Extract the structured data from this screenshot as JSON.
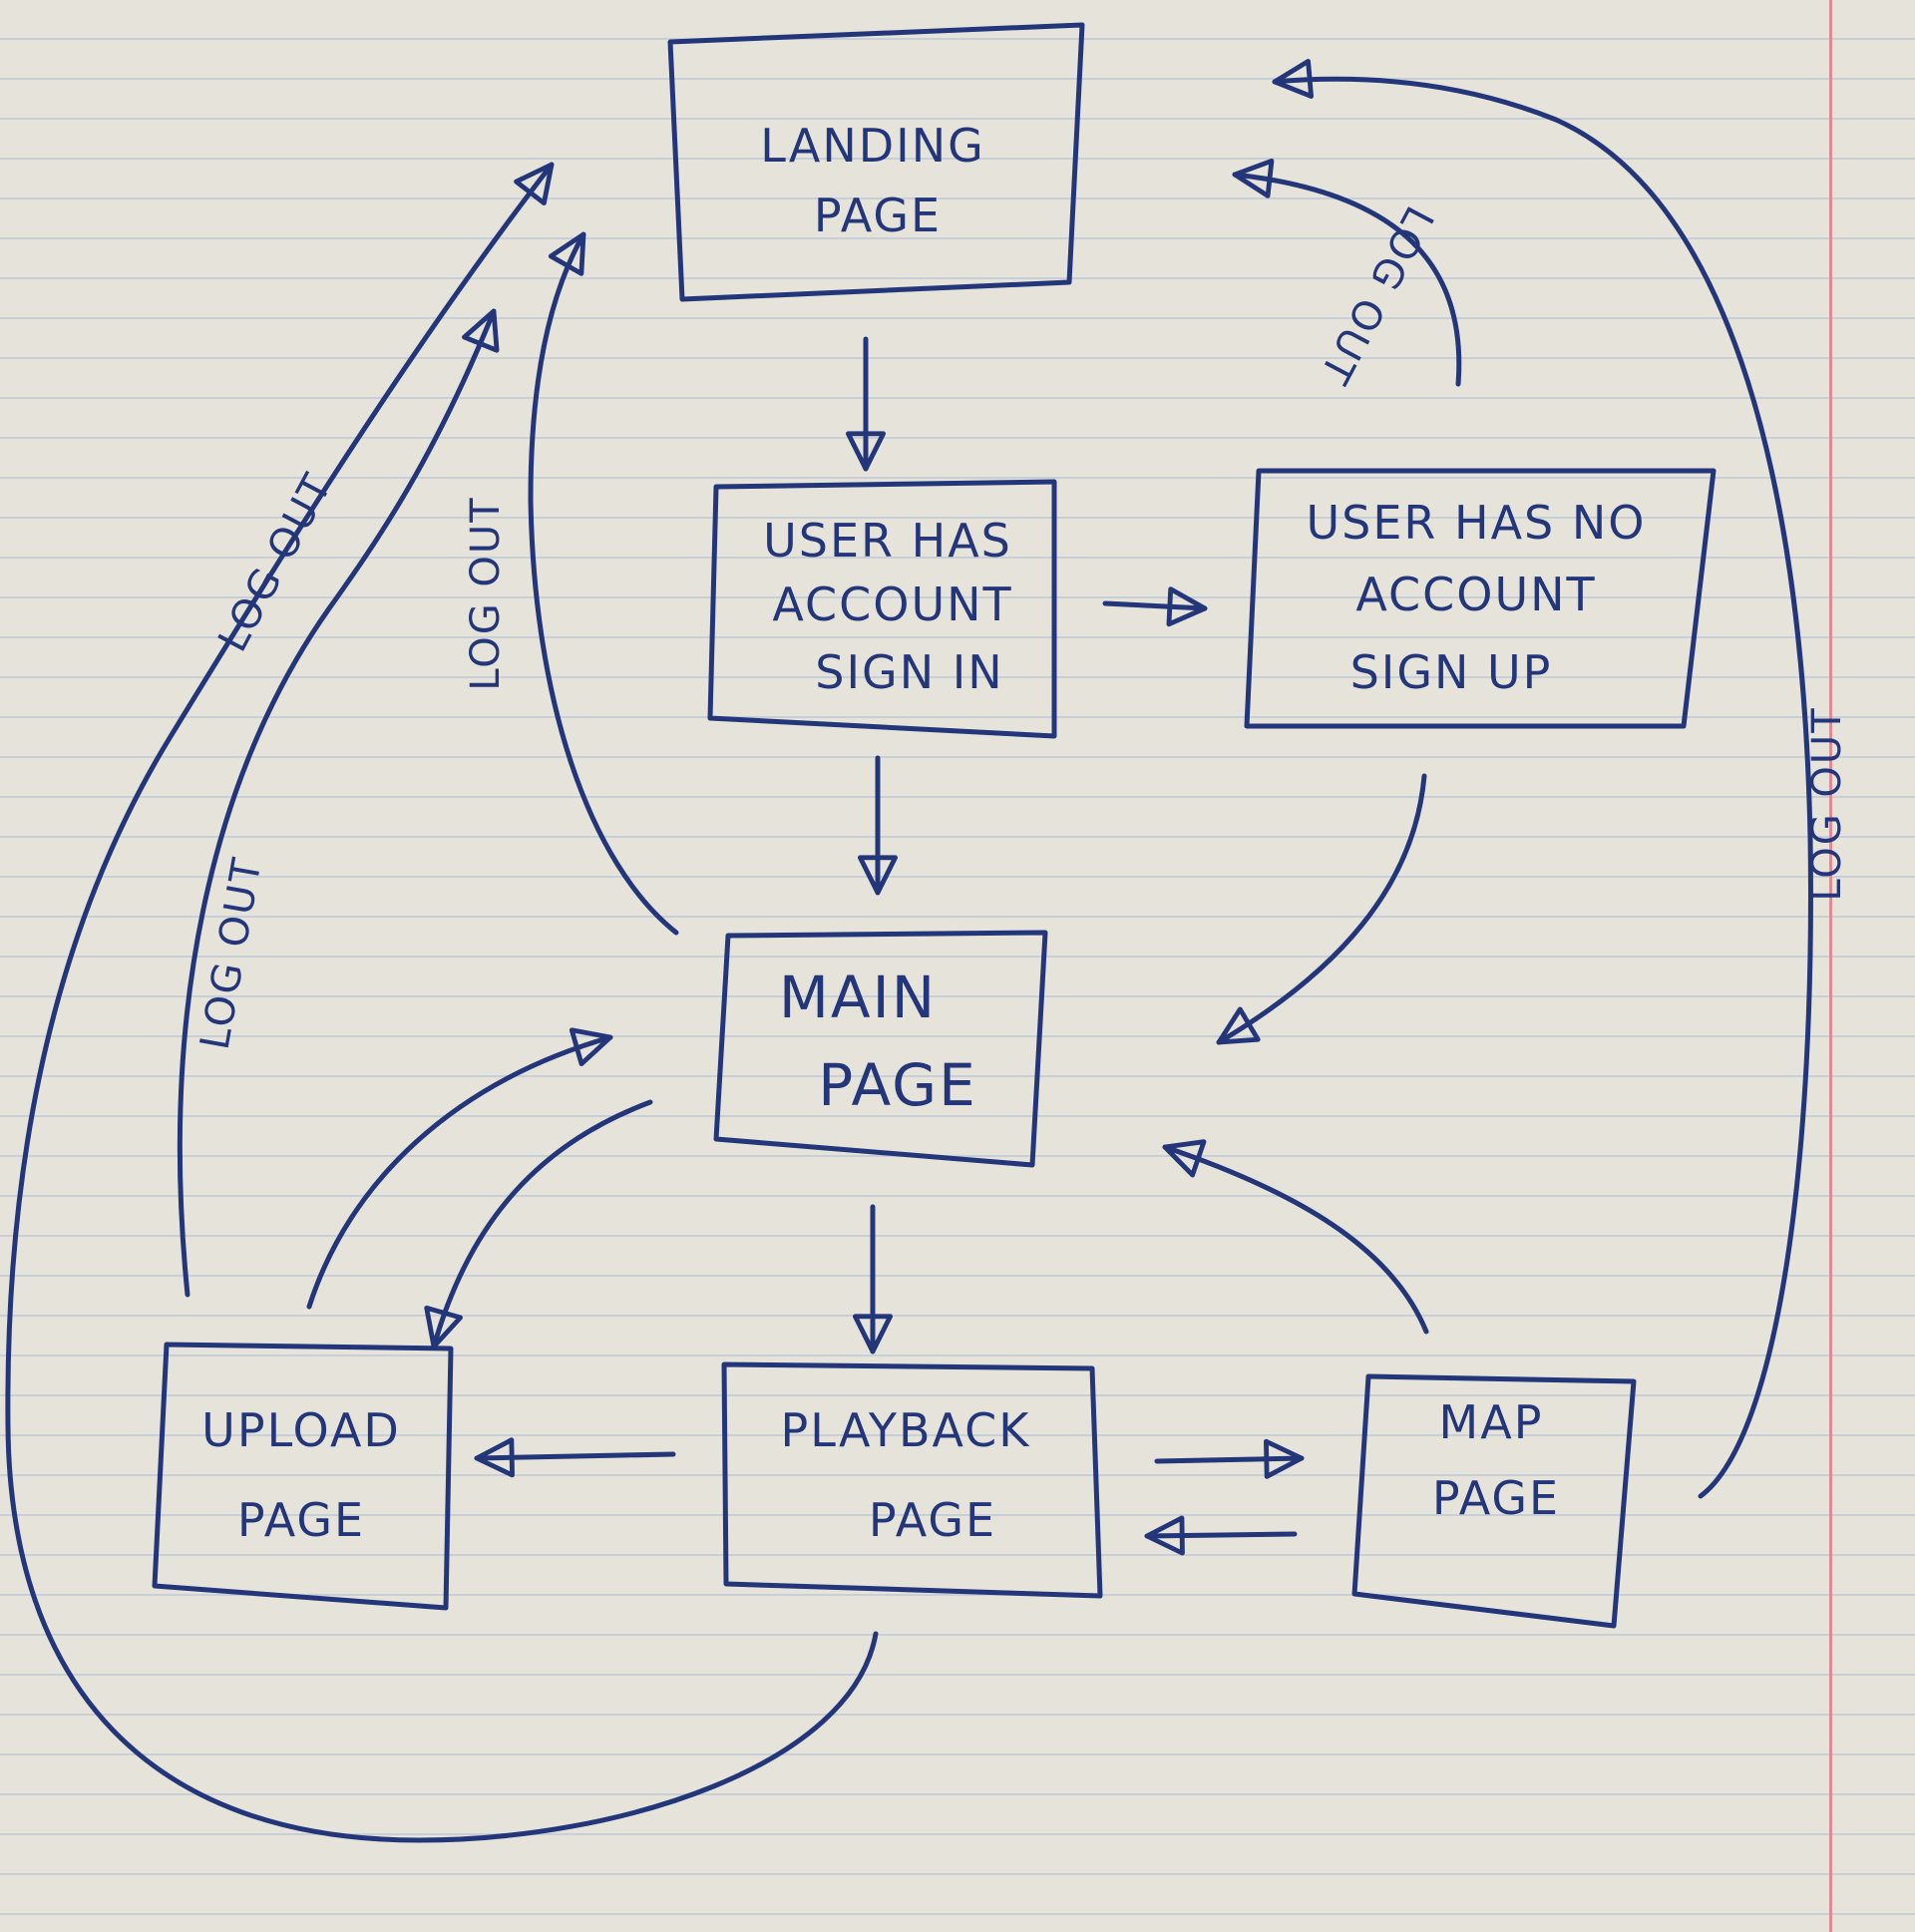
{
  "nodes": {
    "landing": {
      "line1": "LANDING",
      "line2": "PAGE"
    },
    "sign_in": {
      "line1": "USER HAS",
      "line2": "ACCOUNT",
      "line3": "SIGN IN"
    },
    "sign_up": {
      "line1": "USER HAS NO",
      "line2": "ACCOUNT",
      "line3": "SIGN UP"
    },
    "main": {
      "line1": "MAIN",
      "line2": "PAGE"
    },
    "upload": {
      "line1": "UPLOAD",
      "line2": "PAGE"
    },
    "playback": {
      "line1": "PLAYBACK",
      "line2": "PAGE"
    },
    "map": {
      "line1": "MAP",
      "line2": "PAGE"
    }
  },
  "edge_labels": {
    "upload_to_landing": "LOG OUT",
    "main_to_landing": "LOG OUT",
    "upload_to_landing_lower": "LOG OUT",
    "signup_to_landing": "LOG OUT",
    "map_to_landing": "LOG OUT"
  },
  "colors": {
    "ink": "#24367a",
    "paper": "#e6e4da",
    "rule": "#c9cfd6",
    "margin": "#e08a96"
  }
}
